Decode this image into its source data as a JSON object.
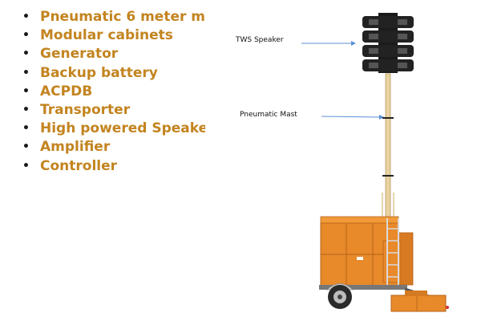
{
  "bullet_items": [
    "Pneumatic 6 meter m",
    "Modular cabinets",
    "Generator",
    "Backup battery",
    "ACPDB",
    "Transporter",
    "High powered Speake",
    "Amplifier",
    "Controller"
  ],
  "callouts": {
    "speaker_label": "TWS Speaker",
    "mast_label": "Pneumatic Mast"
  },
  "colors": {
    "bullet_text": "#c3841f",
    "cabinet": "#e8892a",
    "callout_arrow": "#5b8fd6"
  }
}
